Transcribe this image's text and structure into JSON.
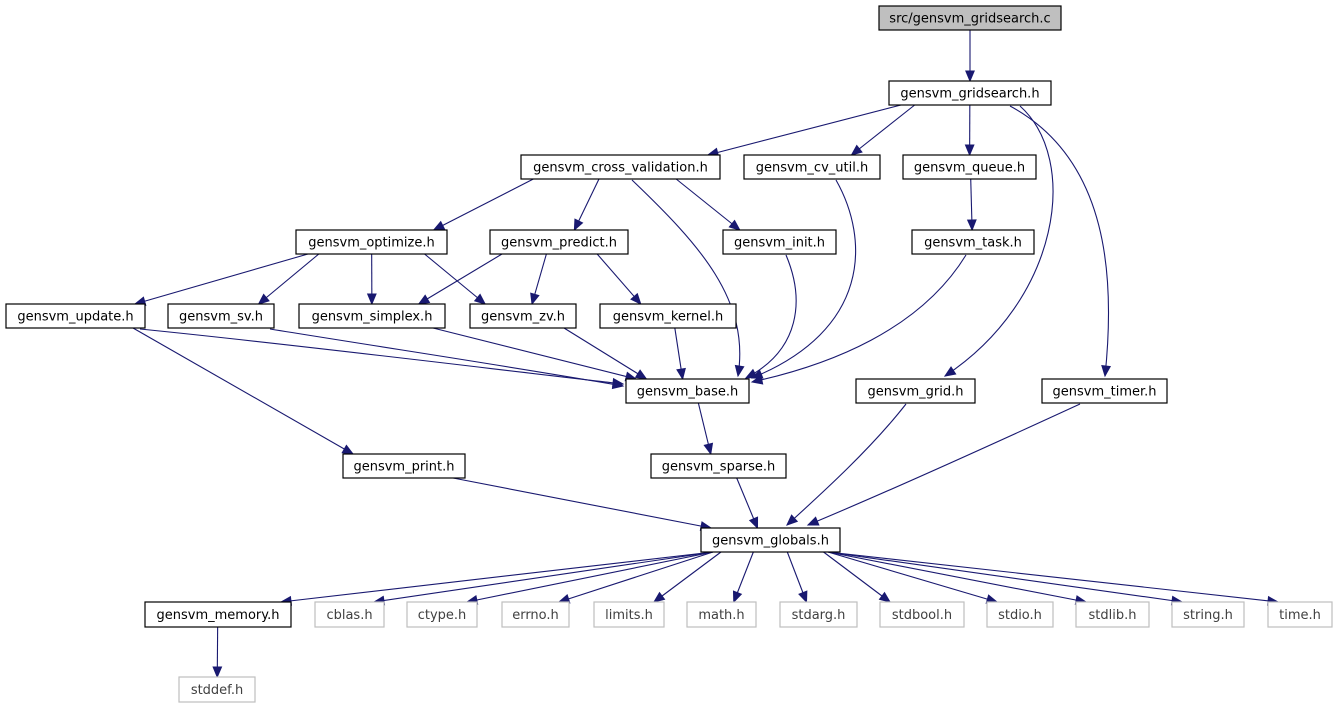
{
  "diagram": {
    "type": "include-dependency-graph",
    "colors": {
      "edge": "#191970",
      "root_fill": "#bfbfbf",
      "node_border": "#000000",
      "external_border": "#bfbfbf"
    },
    "nodes": [
      {
        "id": "root",
        "label": "src/gensvm_gridsearch.c",
        "kind": "root"
      },
      {
        "id": "gridsearch_h",
        "label": "gensvm_gridsearch.h",
        "kind": "local"
      },
      {
        "id": "cross_validation_h",
        "label": "gensvm_cross_validation.h",
        "kind": "local"
      },
      {
        "id": "cv_util_h",
        "label": "gensvm_cv_util.h",
        "kind": "local"
      },
      {
        "id": "queue_h",
        "label": "gensvm_queue.h",
        "kind": "local"
      },
      {
        "id": "optimize_h",
        "label": "gensvm_optimize.h",
        "kind": "local"
      },
      {
        "id": "predict_h",
        "label": "gensvm_predict.h",
        "kind": "local"
      },
      {
        "id": "init_h",
        "label": "gensvm_init.h",
        "kind": "local"
      },
      {
        "id": "task_h",
        "label": "gensvm_task.h",
        "kind": "local"
      },
      {
        "id": "update_h",
        "label": "gensvm_update.h",
        "kind": "local"
      },
      {
        "id": "sv_h",
        "label": "gensvm_sv.h",
        "kind": "local"
      },
      {
        "id": "simplex_h",
        "label": "gensvm_simplex.h",
        "kind": "local"
      },
      {
        "id": "zv_h",
        "label": "gensvm_zv.h",
        "kind": "local"
      },
      {
        "id": "kernel_h",
        "label": "gensvm_kernel.h",
        "kind": "local"
      },
      {
        "id": "base_h",
        "label": "gensvm_base.h",
        "kind": "local"
      },
      {
        "id": "grid_h",
        "label": "gensvm_grid.h",
        "kind": "local"
      },
      {
        "id": "timer_h",
        "label": "gensvm_timer.h",
        "kind": "local"
      },
      {
        "id": "print_h",
        "label": "gensvm_print.h",
        "kind": "local"
      },
      {
        "id": "sparse_h",
        "label": "gensvm_sparse.h",
        "kind": "local"
      },
      {
        "id": "globals_h",
        "label": "gensvm_globals.h",
        "kind": "local"
      },
      {
        "id": "memory_h",
        "label": "gensvm_memory.h",
        "kind": "local"
      },
      {
        "id": "cblas_h",
        "label": "cblas.h",
        "kind": "external"
      },
      {
        "id": "ctype_h",
        "label": "ctype.h",
        "kind": "external"
      },
      {
        "id": "errno_h",
        "label": "errno.h",
        "kind": "external"
      },
      {
        "id": "limits_h",
        "label": "limits.h",
        "kind": "external"
      },
      {
        "id": "math_h",
        "label": "math.h",
        "kind": "external"
      },
      {
        "id": "stdarg_h",
        "label": "stdarg.h",
        "kind": "external"
      },
      {
        "id": "stdbool_h",
        "label": "stdbool.h",
        "kind": "external"
      },
      {
        "id": "stdio_h",
        "label": "stdio.h",
        "kind": "external"
      },
      {
        "id": "stdlib_h",
        "label": "stdlib.h",
        "kind": "external"
      },
      {
        "id": "string_h",
        "label": "string.h",
        "kind": "external"
      },
      {
        "id": "time_h",
        "label": "time.h",
        "kind": "external"
      },
      {
        "id": "stddef_h",
        "label": "stddef.h",
        "kind": "external"
      }
    ],
    "edges": [
      [
        "root",
        "gridsearch_h"
      ],
      [
        "gridsearch_h",
        "cross_validation_h"
      ],
      [
        "gridsearch_h",
        "cv_util_h"
      ],
      [
        "gridsearch_h",
        "queue_h"
      ],
      [
        "gridsearch_h",
        "grid_h"
      ],
      [
        "gridsearch_h",
        "timer_h"
      ],
      [
        "cross_validation_h",
        "optimize_h"
      ],
      [
        "cross_validation_h",
        "predict_h"
      ],
      [
        "cross_validation_h",
        "init_h"
      ],
      [
        "cross_validation_h",
        "base_h"
      ],
      [
        "cv_util_h",
        "base_h"
      ],
      [
        "queue_h",
        "task_h"
      ],
      [
        "task_h",
        "base_h"
      ],
      [
        "optimize_h",
        "update_h"
      ],
      [
        "optimize_h",
        "sv_h"
      ],
      [
        "optimize_h",
        "simplex_h"
      ],
      [
        "optimize_h",
        "zv_h"
      ],
      [
        "predict_h",
        "simplex_h"
      ],
      [
        "predict_h",
        "zv_h"
      ],
      [
        "predict_h",
        "kernel_h"
      ],
      [
        "init_h",
        "base_h"
      ],
      [
        "update_h",
        "base_h"
      ],
      [
        "update_h",
        "print_h"
      ],
      [
        "sv_h",
        "base_h"
      ],
      [
        "simplex_h",
        "base_h"
      ],
      [
        "zv_h",
        "base_h"
      ],
      [
        "kernel_h",
        "base_h"
      ],
      [
        "base_h",
        "sparse_h"
      ],
      [
        "sparse_h",
        "globals_h"
      ],
      [
        "print_h",
        "globals_h"
      ],
      [
        "grid_h",
        "globals_h"
      ],
      [
        "timer_h",
        "globals_h"
      ],
      [
        "globals_h",
        "memory_h"
      ],
      [
        "globals_h",
        "cblas_h"
      ],
      [
        "globals_h",
        "ctype_h"
      ],
      [
        "globals_h",
        "errno_h"
      ],
      [
        "globals_h",
        "limits_h"
      ],
      [
        "globals_h",
        "math_h"
      ],
      [
        "globals_h",
        "stdarg_h"
      ],
      [
        "globals_h",
        "stdbool_h"
      ],
      [
        "globals_h",
        "stdio_h"
      ],
      [
        "globals_h",
        "stdlib_h"
      ],
      [
        "globals_h",
        "string_h"
      ],
      [
        "globals_h",
        "time_h"
      ],
      [
        "memory_h",
        "stddef_h"
      ]
    ]
  }
}
